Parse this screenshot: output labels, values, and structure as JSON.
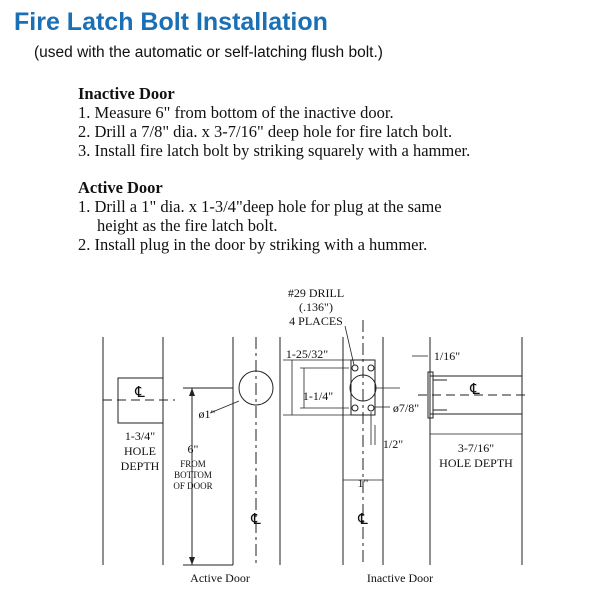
{
  "title": "Fire Latch Bolt Installation",
  "subtitle": "(used with the automatic or self-latching flush bolt.)",
  "inactive_door": {
    "heading": "Inactive Door",
    "steps": [
      "1. Measure 6\" from bottom of the inactive door.",
      "2. Drill a 7/8\" dia. x 3-7/16\" deep hole for fire latch bolt.",
      "3. Install fire latch bolt by striking squarely with a hammer."
    ]
  },
  "active_door": {
    "heading": "Active Door",
    "steps": [
      "1. Drill a 1\" dia. x 1-3/4\"deep hole for plug at the same",
      "height as the fire latch bolt.",
      "2. Install plug in the door by striking with a hummer."
    ]
  },
  "diagram": {
    "drill_label": "#29 DRILL",
    "drill_size": "(.136\")",
    "drill_places": "4 PLACES",
    "centerline": "℄",
    "dim_1_25_32": "1-25/32\"",
    "dim_1_1_4": "1-1/4\"",
    "dim_7_8": "ø7/8\"",
    "dim_1_2": "1/2\"",
    "dim_1": "1\"",
    "dim_1_16": "1/16\"",
    "dim_phi1": "ø1\"",
    "dim_1_3_4": "1-3/4\"",
    "hole": "HOLE",
    "depth": "DEPTH",
    "dim_6": "6\"",
    "from": "FROM",
    "bottom": "BOTTOM",
    "of_door": "OF DOOR",
    "dim_3_7_16": "3-7/16\"",
    "hole_depth": "HOLE DEPTH",
    "active_door_label": "Active Door",
    "inactive_door_label": "Inactive Door"
  }
}
